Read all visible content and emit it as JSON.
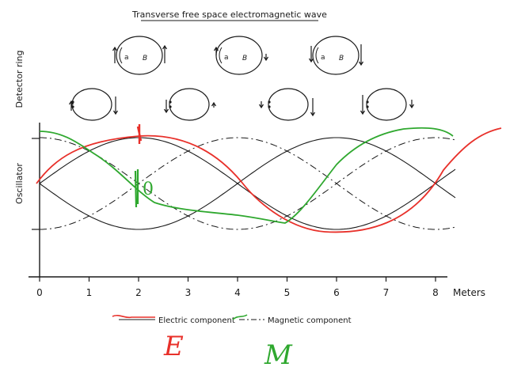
{
  "title": "Transverse free space electromagnetic wave",
  "axis": {
    "y_top_label": "Detector ring",
    "y_bottom_label": "Oscillator",
    "x_label": "Meters",
    "ticks": [
      "0",
      "1",
      "2",
      "3",
      "4",
      "5",
      "6",
      "7",
      "8"
    ]
  },
  "rings": {
    "labels": {
      "electric": "a",
      "magnetic": "B"
    }
  },
  "legend": {
    "electric": "Electric component",
    "magnetic": "Magnetic component"
  },
  "annotations": {
    "electric_letter": "E",
    "magnetic_letter": "M",
    "field_mark": "0"
  },
  "colors": {
    "ink": "#1a1a1a",
    "electric": "#e8302a",
    "magnetic": "#2fa82f"
  }
}
